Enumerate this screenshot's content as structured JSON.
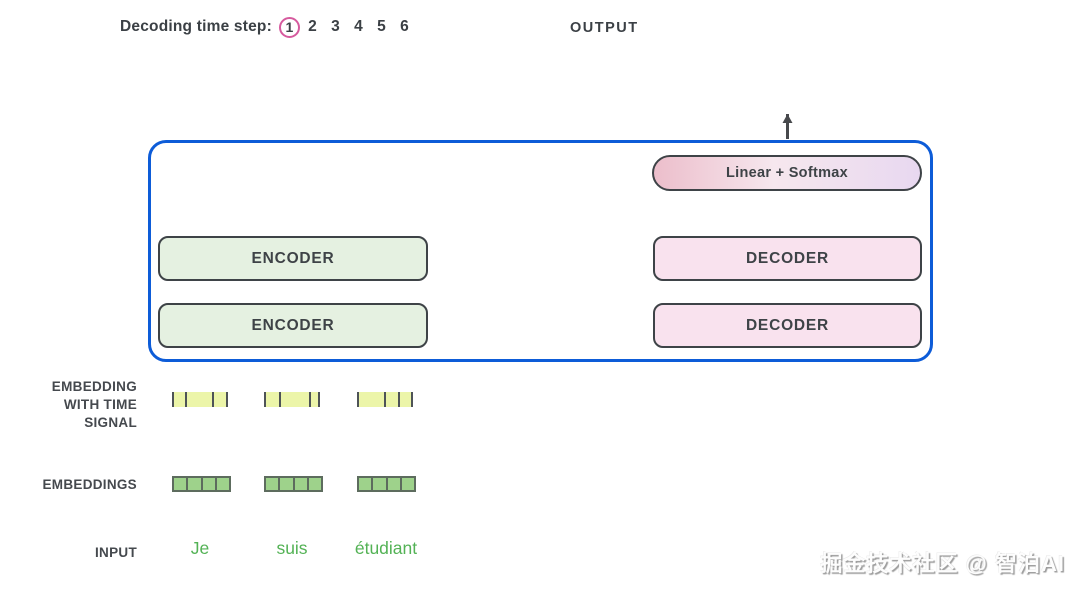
{
  "header": {
    "decoding_label": "Decoding time step:",
    "time_steps": [
      "1",
      "2",
      "3",
      "4",
      "5",
      "6"
    ],
    "active_step": "1",
    "output_label": "OUTPUT"
  },
  "diagram": {
    "linear_softmax": "Linear + Softmax",
    "encoders": [
      "ENCODER",
      "ENCODER"
    ],
    "decoders": [
      "DECODER",
      "DECODER"
    ]
  },
  "row_labels": {
    "embedding_time_lines": [
      "EMBEDDING",
      "WITH TIME",
      "SIGNAL"
    ],
    "embeddings": "EMBEDDINGS",
    "input": "INPUT"
  },
  "input_words": [
    "Je",
    "suis",
    "étudiant"
  ],
  "embedding_rows": {
    "cells_per_box": 4,
    "time_signal_bars": [
      [
        0,
        0.24,
        0.72,
        1
      ],
      [
        0,
        0.27,
        0.8,
        1
      ],
      [
        0,
        0.49,
        0.74,
        1
      ]
    ]
  },
  "colors": {
    "container_border": "#0d5cd8",
    "box_border": "#3e4347",
    "encoder_fill": "#e5f1e1",
    "decoder_fill": "#f9e2ee",
    "linear_softmax_left": "#ecbecb",
    "linear_softmax_right": "#e8d8f0",
    "step_circle": "#d65a9e",
    "time_signal_yellow": "#ecf5a9",
    "embedding_green": "#9ed28b",
    "input_word_green": "#53b255",
    "dark_arrow": "#47494c",
    "gray_arrow": "#c9cbcd"
  },
  "watermark": "掘金技术社区 @ 智泊AI"
}
